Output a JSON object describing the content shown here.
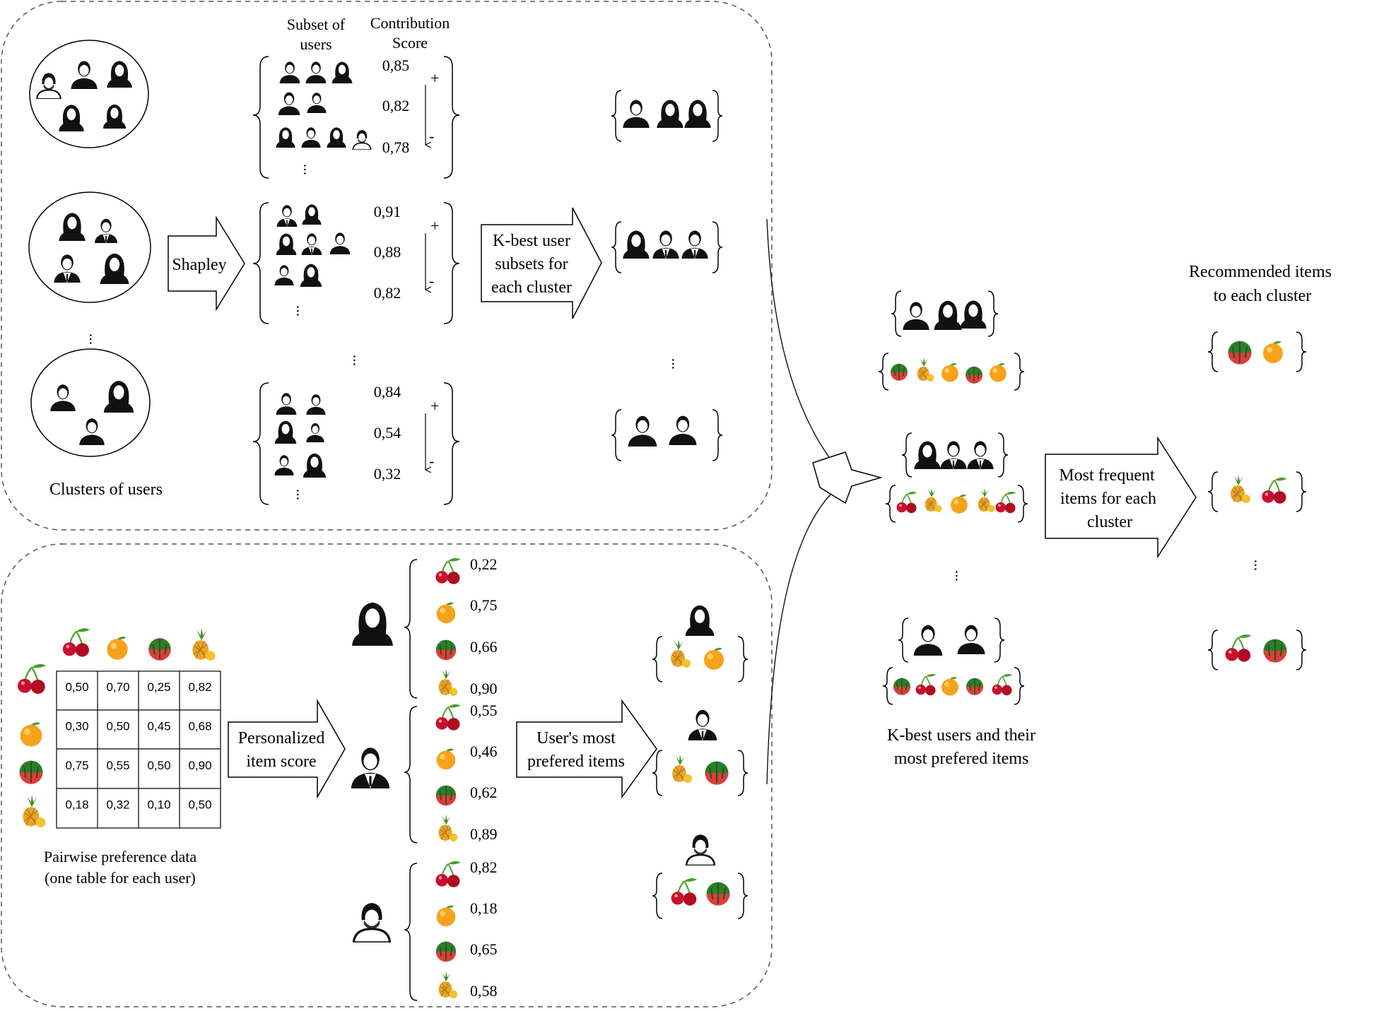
{
  "clusters": {
    "section_label": "Clusters of users",
    "subset_header": [
      "Subset of",
      "users"
    ],
    "contribution_header": [
      "Contribution",
      "Score"
    ],
    "shapley_label": "Shapley",
    "kbest_label": [
      "K-best user",
      "subsets for",
      "each cluster"
    ],
    "groups": [
      {
        "scores": [
          "0,85",
          "0,82",
          "0,78"
        ],
        "plus": "+",
        "minus": "-"
      },
      {
        "scores": [
          "0,91",
          "0,88",
          "0,82"
        ],
        "plus": "+",
        "minus": "-"
      },
      {
        "scores": [
          "0,84",
          "0,54",
          "0,32"
        ],
        "plus": "+",
        "minus": "-"
      }
    ],
    "ellipsis": "..."
  },
  "preferences": {
    "table": [
      [
        "0,50",
        "0,70",
        "0,25",
        "0,82"
      ],
      [
        "0,30",
        "0,50",
        "0,45",
        "0,68"
      ],
      [
        "0,75",
        "0,55",
        "0,50",
        "0,90"
      ],
      [
        "0,18",
        "0,32",
        "0,10",
        "0,50"
      ]
    ],
    "caption": [
      "Pairwise preference data",
      "(one table for each user)"
    ],
    "personalized_label": [
      "Personalized",
      "item score"
    ],
    "users_most_label": [
      "User's most",
      "prefered items"
    ],
    "user_scores": [
      [
        "0,22",
        "0,75",
        "0,66",
        "0,90"
      ],
      [
        "0,55",
        "0,46",
        "0,62",
        "0,89"
      ],
      [
        "0,82",
        "0,18",
        "0,65",
        "0,58"
      ]
    ]
  },
  "right": {
    "kbest_caption": [
      "K-best users and their",
      "most prefered items"
    ],
    "frequent_label": [
      "Most frequent",
      "items for each",
      "cluster"
    ],
    "recommended_title": [
      "Recommended items",
      "to each cluster"
    ],
    "ellipsis": "..."
  },
  "icons": [
    "person-icon",
    "cherry-icon",
    "orange-icon",
    "watermelon-icon",
    "pineapple-icon"
  ],
  "colors": {
    "cherry": "#c8102e",
    "orange": "#f7a21b",
    "watermelon": "#3a9a35",
    "pineapple": "#f2c230",
    "person": "#111111"
  }
}
